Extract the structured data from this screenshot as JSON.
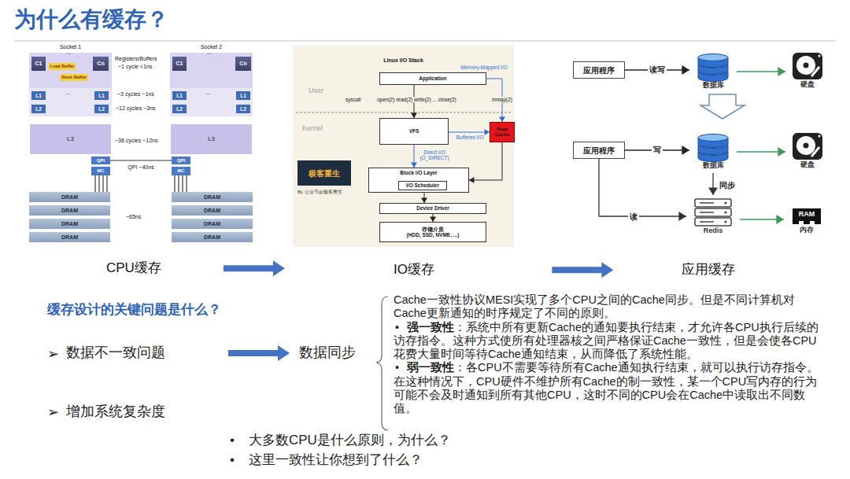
{
  "diagram": {
    "title": "为什么有缓存？",
    "nodes": [
      {
        "text": [
          "Socket 1"
        ]
      },
      {
        "text": [
          "C1"
        ],
        "in": 0
      },
      {
        "text": [
          "Load Buffer"
        ],
        "in": 0
      },
      {
        "text": [
          "Store Buffer"
        ],
        "in": 0
      },
      {
        "text": [
          "Cn"
        ],
        "in": 0
      },
      {
        "text": [
          "L1"
        ],
        "in": 0
      },
      {
        "text": [
          "L1"
        ],
        "in": 0
      },
      {
        "text": [
          "L2"
        ],
        "in": 0
      },
      {
        "text": [
          "L2"
        ],
        "in": 0
      },
      {
        "text": [
          "L3"
        ],
        "in": 0
      },
      {
        "text": [
          "QPI"
        ],
        "in": 0
      },
      {
        "text": [
          "MC"
        ],
        "in": 0
      },
      {
        "text": [
          "Socket 2"
        ]
      },
      {
        "text": [
          "C1"
        ],
        "in": 12
      },
      {
        "text": [
          "Cn"
        ],
        "in": 12
      },
      {
        "text": [
          "L1"
        ],
        "in": 12
      },
      {
        "text": [
          "L1"
        ],
        "in": 12
      },
      {
        "text": [
          "L2"
        ],
        "in": 12
      },
      {
        "text": [
          "L2"
        ],
        "in": 12
      },
      {
        "text": [
          "L3"
        ],
        "in": 12
      },
      {
        "text": [
          "QPI"
        ],
        "in": 12
      },
      {
        "text": [
          "MC"
        ],
        "in": 12
      },
      {
        "text": [
          "DRAM"
        ]
      },
      {
        "text": [
          "DRAM"
        ]
      },
      {
        "text": [
          "DRAM"
        ]
      },
      {
        "text": [
          "DRAM"
        ]
      },
      {
        "text": [
          "DRAM"
        ]
      },
      {
        "text": [
          "DRAM"
        ]
      },
      {
        "text": [
          "DRAM"
        ]
      },
      {
        "text": [
          "DRAM"
        ]
      },
      {
        "text": [
          "Linux I/O Stack"
        ]
      },
      {
        "text": [
          "Application"
        ],
        "in": 30
      },
      {
        "text": [
          "VFS"
        ],
        "in": 30
      },
      {
        "text": [
          "Page Cache"
        ],
        "in": 30
      },
      {
        "text": [
          "Block I/O Layer"
        ],
        "in": 30
      },
      {
        "text": [
          "I/O Scheduler"
        ],
        "in": 34
      },
      {
        "text": [
          "Device Driver"
        ],
        "in": 30
      },
      {
        "text": [
          "存储介质",
          "(HDD, SSD, NVME, ...)"
        ],
        "in": 30
      },
      {
        "text": [
          "极客重生"
        ],
        "in": 30
      },
      {
        "text": [
          "应用程序"
        ]
      },
      {
        "text": [
          "数据库"
        ]
      },
      {
        "text": [
          "硬盘"
        ]
      },
      {
        "text": [
          "应用程序"
        ]
      },
      {
        "text": [
          "数据库"
        ]
      },
      {
        "text": [
          "硬盘"
        ]
      },
      {
        "text": [
          "Redis"
        ]
      },
      {
        "text": [
          "RAM",
          "内存"
        ]
      },
      {
        "text": [
          "CPU缓存"
        ]
      },
      {
        "text": [
          "IO缓存"
        ]
      },
      {
        "text": [
          "应用缓存"
        ]
      },
      {
        "text": [
          "数据不一致问题"
        ]
      },
      {
        "text": [
          "数据同步"
        ]
      }
    ],
    "edges": [
      {
        "from": 10,
        "to": 20,
        "label": "QPI ~40ns",
        "arrow": "none"
      },
      {
        "from": 31,
        "to": 32,
        "arrow": "to"
      },
      {
        "from": 31,
        "to": 33,
        "label": "Memory-Mapped I/O",
        "arrow": "to"
      },
      {
        "from": 32,
        "to": 33,
        "label": "Buffered I/O",
        "arrow": "to"
      },
      {
        "from": 32,
        "to": 34,
        "label": "Direct I/O (O_DIRECT)",
        "arrow": "to"
      },
      {
        "from": 33,
        "to": 34,
        "arrow": "to"
      },
      {
        "from": 34,
        "to": 36,
        "arrow": "to"
      },
      {
        "from": 36,
        "to": 37,
        "arrow": "to"
      },
      {
        "from": 39,
        "to": 40,
        "label": "读写",
        "arrow": "to"
      },
      {
        "from": 40,
        "to": 41,
        "arrow": "to"
      },
      {
        "from": 42,
        "to": 43,
        "label": "写",
        "arrow": "to"
      },
      {
        "from": 43,
        "to": 44,
        "arrow": "to"
      },
      {
        "from": 43,
        "to": 45,
        "label": "同步",
        "arrow": "to"
      },
      {
        "from": 42,
        "to": 45,
        "label": "读",
        "arrow": "to"
      },
      {
        "from": 45,
        "to": 46,
        "arrow": "to"
      },
      {
        "from": 47,
        "to": 48,
        "arrow": "to"
      },
      {
        "from": 48,
        "to": 49,
        "arrow": "to"
      },
      {
        "from": 50,
        "to": 51,
        "arrow": "to"
      }
    ],
    "labels": [
      "Registers/Buffers",
      "~1 cycle <1ns",
      "~3 cycles ~1ns",
      "~12 cycles ~3ns",
      "~38 cycles ~12ns",
      "~65ns",
      "...",
      "...",
      "...",
      "...",
      "User",
      "Kernel",
      "syscall",
      "open(2) read(2) write(2) ... close(2)",
      "mmap(2)",
      "By 公众号@极客重生",
      "缓存设计的关键问题是什么？",
      "➢",
      "➢",
      "增加系统复杂度",
      "Cache一致性协议MESI实现了多个CPU之间的Cache同步。但是不同计算机对Cache更新通知的时序规定了不同的原则。",
      "•",
      "强一致性",
      "：系统中所有更新Cache的通知要执行结束，才允许各CPU执行后续的访存指令。这种方式使所有处理器核之间严格保证Cache一致性，但是会使各CPU花费大量时间等待Cache通知结束，从而降低了系统性能。",
      "•",
      "弱一致性",
      "：各CPU不需要等待所有Cache通知执行结束，就可以执行访存指令。在这种情况下，CPU硬件不维护所有Cache的制一致性，某一个CPU写内存的行为可能不会及时通知到所有其他CPU，这时不同的CPU会在Cache中读取出不同数值。",
      "•",
      "大多数CPU是什么原则，为什么？",
      "•",
      "这里一致性让你想到了什么？"
    ]
  }
}
